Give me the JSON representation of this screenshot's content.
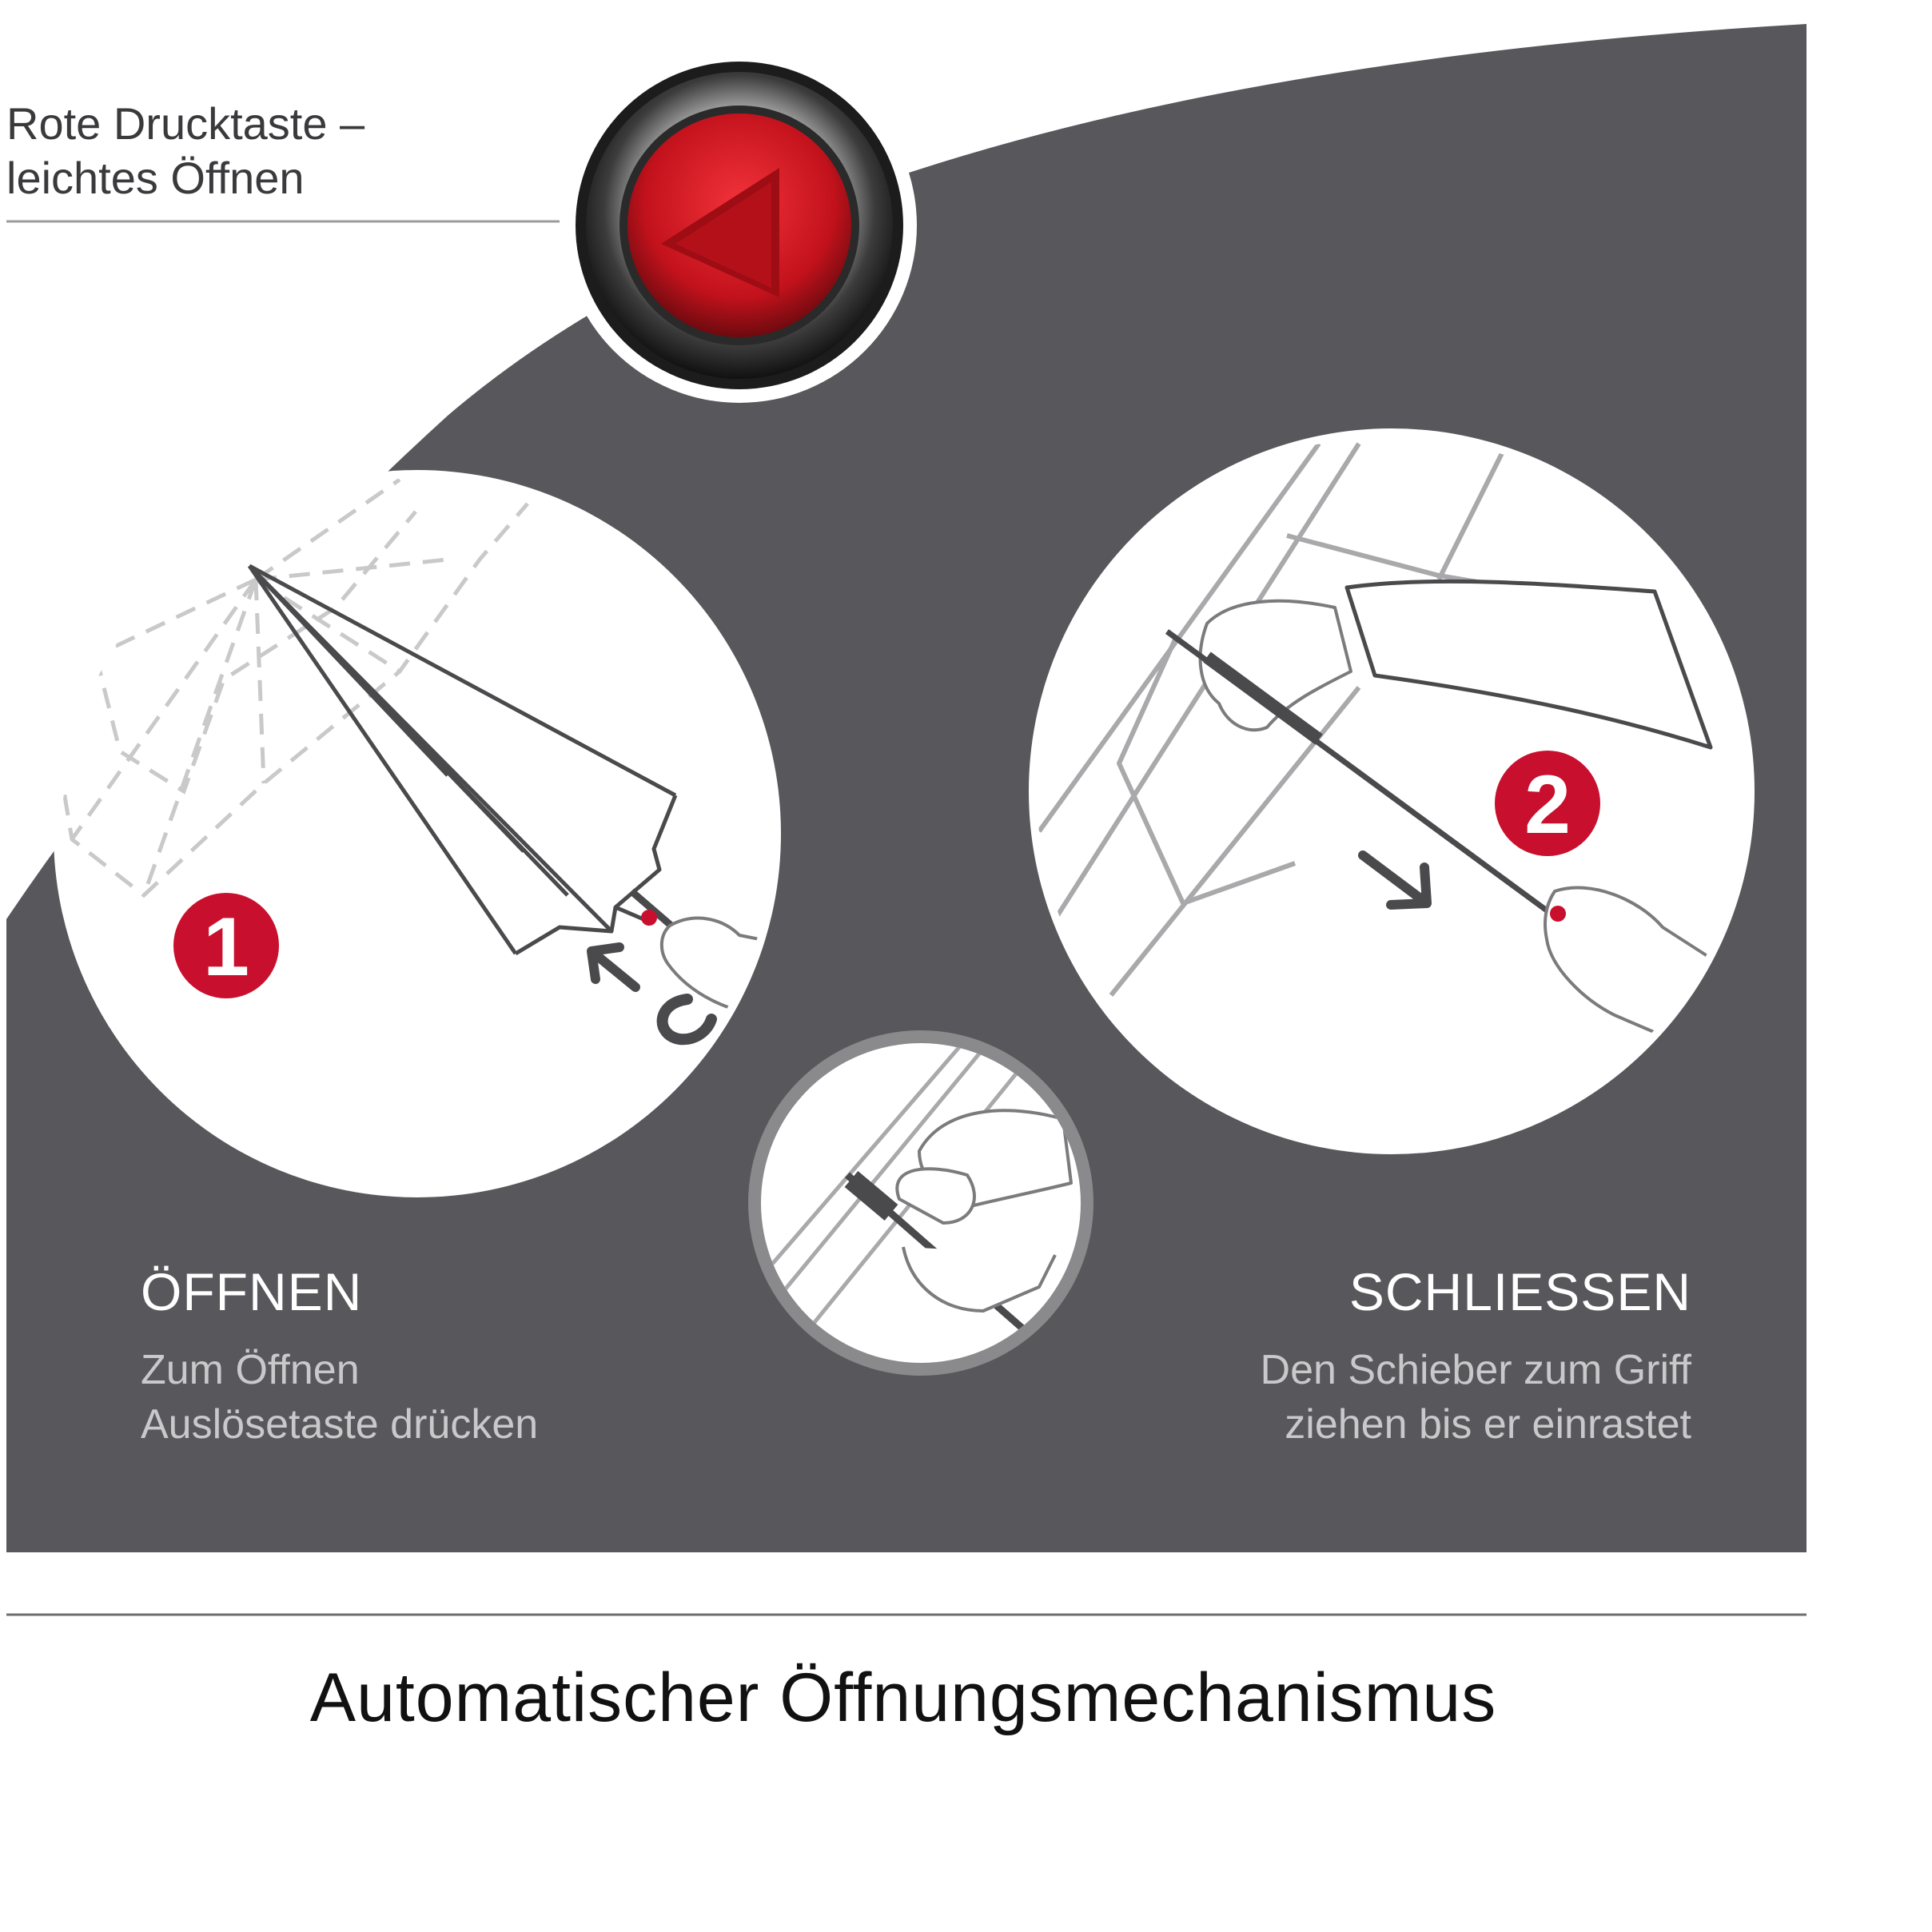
{
  "callout": {
    "line1": "Rote Drucktaste –",
    "line2": "leichtes Öffnen"
  },
  "steps": [
    {
      "number": "1",
      "title": "ÖFFNEN",
      "line1": "Zum Öffnen",
      "line2": "Auslösetaste drücken"
    },
    {
      "number": "2",
      "title": "SCHLIESSEN",
      "line1": "Den Schieber zum Griff",
      "line2": "ziehen bis er einrastet"
    }
  ],
  "bottom": {
    "title": "Automatischer Öffnungsmechanismus"
  },
  "colors": {
    "panel": "#58585c",
    "accent_red": "#c8102e",
    "line_dark": "#4a4a4d",
    "line_light": "#a9a9ab",
    "white": "#ffffff"
  },
  "icons": [
    "red-push-button-icon",
    "umbrella-opening-illustration",
    "umbrella-closing-illustration",
    "slider-grip-illustration",
    "arrow-icon"
  ]
}
